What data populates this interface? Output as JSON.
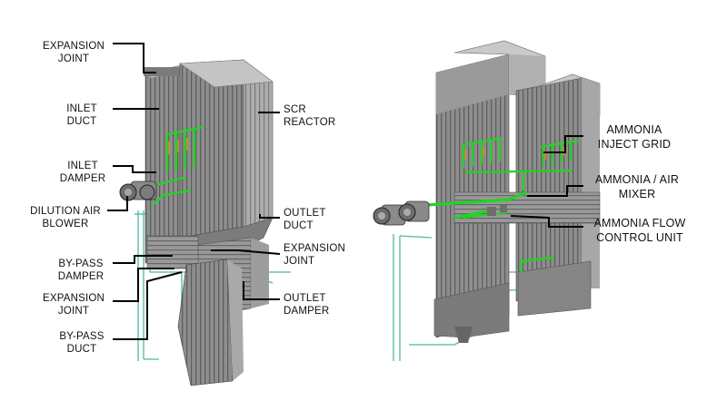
{
  "figure": {
    "labels": {
      "expansion_joint_top": "EXPANSION\nJOINT",
      "inlet_duct": "INLET\nDUCT",
      "inlet_damper": "INLET\nDAMPER",
      "dilution_air_blower": "DILUTION AIR\nBLOWER",
      "bypass_damper": "BY-PASS\nDAMPER",
      "expansion_joint_lower": "EXPANSION\nJOINT",
      "bypass_duct": "BY-PASS\nDUCT",
      "scr_reactor": "SCR\nREACTOR",
      "outlet_duct": "OUTLET\nDUCT",
      "expansion_joint_right": "EXPANSION\nJOINT",
      "outlet_damper": "OUTLET\nDAMPER",
      "ammonia_inject_grid": "AMMONIA\nINJECT GRID",
      "ammonia_air_mixer": "AMMONIA / AIR\nMIXER",
      "ammonia_flow_control_unit": "AMMONIA FLOW\nCONTROL UNIT"
    },
    "colors": {
      "steel": "#8e8e8e",
      "steel_dark": "#6a6a6a",
      "steel_light": "#b9b9b9",
      "ammonia_pipe": "#22d322",
      "pipe_orange": "#e08a1e",
      "support": "#4bb8a0",
      "leader": "#000000"
    }
  }
}
